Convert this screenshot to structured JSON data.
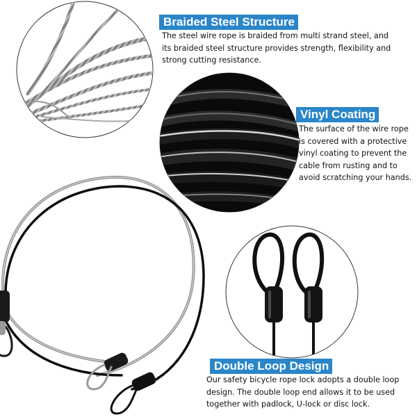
{
  "colors": {
    "badge_blue": "#2a86c9",
    "steel_gray": "#9a9a9a",
    "vinyl_black": "#0d0d0d",
    "circle_outline": "#333333"
  },
  "images": {
    "braided_closeup": "braided-steel-strands-closeup",
    "vinyl_closeup": "black-vinyl-coated-cable-cross-section",
    "loop_closeup": "double-loop-ends-with-black-sleeves",
    "cables": "coiled-silver-and-black-wire-ropes"
  },
  "features": {
    "braided": {
      "title": "Braided Steel Structure",
      "lines": [
        "The steel wire rope is braided from multi strand steel, and",
        "its braided steel structure provides strength, flexibility and",
        "strong cutting resistance."
      ]
    },
    "vinyl": {
      "title": "Vinyl Coating",
      "lines": [
        "The surface of the wire rope",
        "is covered with a protective",
        "vinyl coating to prevent the",
        "cable from rusting and to",
        "avoid scratching your hands."
      ]
    },
    "double_loop": {
      "title": "Double Loop Design",
      "lines": [
        "Our safety bicycle rope lock adopts a double loop",
        "design. The double loop end allows it to be used",
        "together with padlock, U-lock or disc lock."
      ]
    }
  }
}
